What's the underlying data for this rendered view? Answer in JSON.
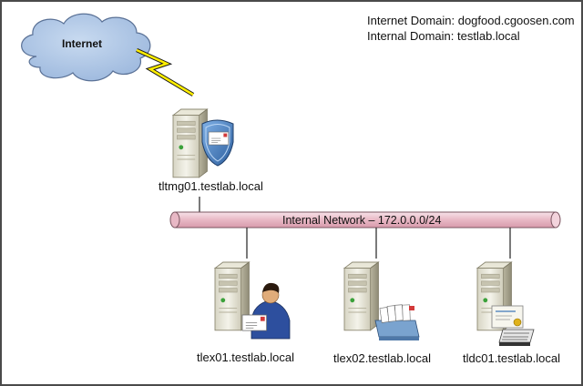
{
  "domains": {
    "internet": "Internet Domain: dogfood.cgoosen.com",
    "internal": "Internal Domain: testlab.local"
  },
  "cloud": {
    "label": "Internet"
  },
  "network": {
    "label": "Internal Network – 172.0.0.0/24"
  },
  "servers": {
    "tmg": {
      "label": "tltmg01.testlab.local",
      "icon": "server-with-shield-mail-icon"
    },
    "ex01": {
      "label": "tlex01.testlab.local",
      "icon": "server-with-user-mail-icon"
    },
    "ex02": {
      "label": "tlex02.testlab.local",
      "icon": "server-with-mailbox-icon"
    },
    "dc01": {
      "label": "tldc01.testlab.local",
      "icon": "server-with-certificate-icon"
    }
  },
  "colors": {
    "frame": "#4a4a4a",
    "cloud_fill": "#a9c3e3",
    "cloud_stroke": "#5a7196",
    "lightning": "#ffee00",
    "pipe_fill": "#efc8d2",
    "pipe_stroke": "#7a5560",
    "server_body": "#efeee2",
    "shield": "#3f78b8"
  }
}
